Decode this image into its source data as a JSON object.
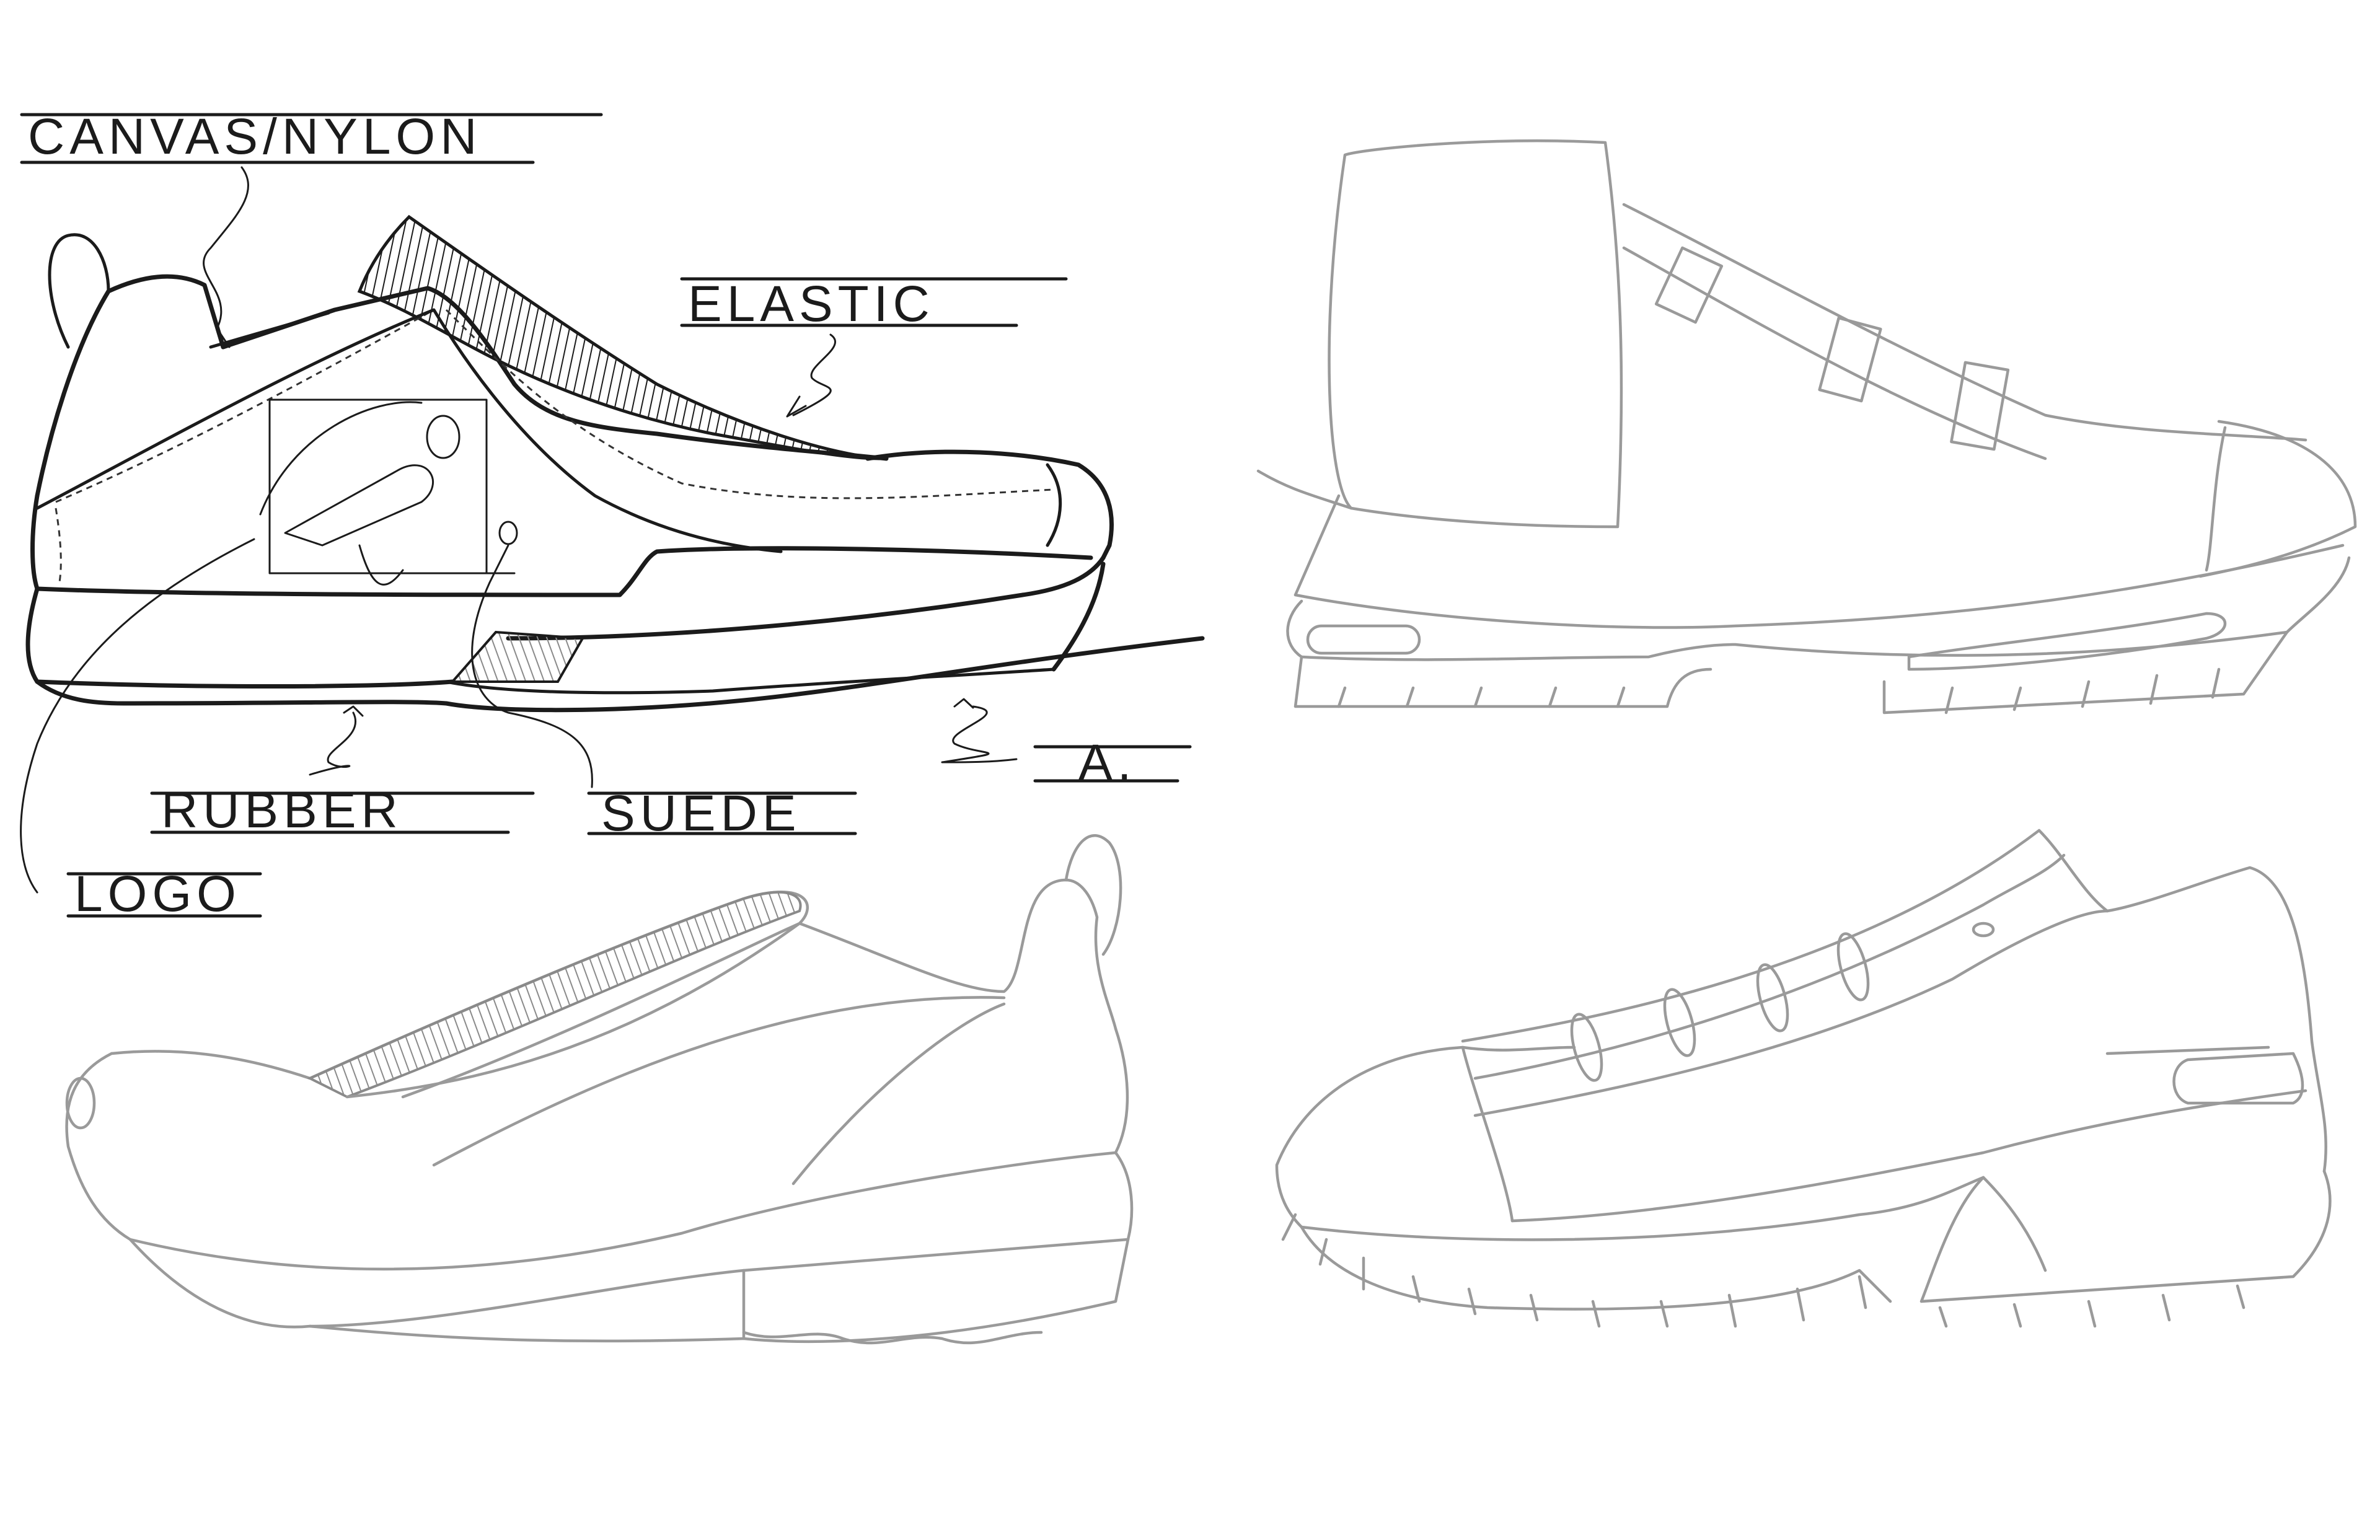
{
  "labels": {
    "canvas_nylon": "CANVAS/NYLON",
    "elastic": "ELASTIC",
    "rubber": "RUBBER",
    "suede": "SUEDE",
    "logo": "LOGO",
    "detail_a": "A."
  },
  "colors": {
    "ink": "#1b1b1b",
    "pencil_grey": "#9a9a9a",
    "background": "#ffffff"
  }
}
